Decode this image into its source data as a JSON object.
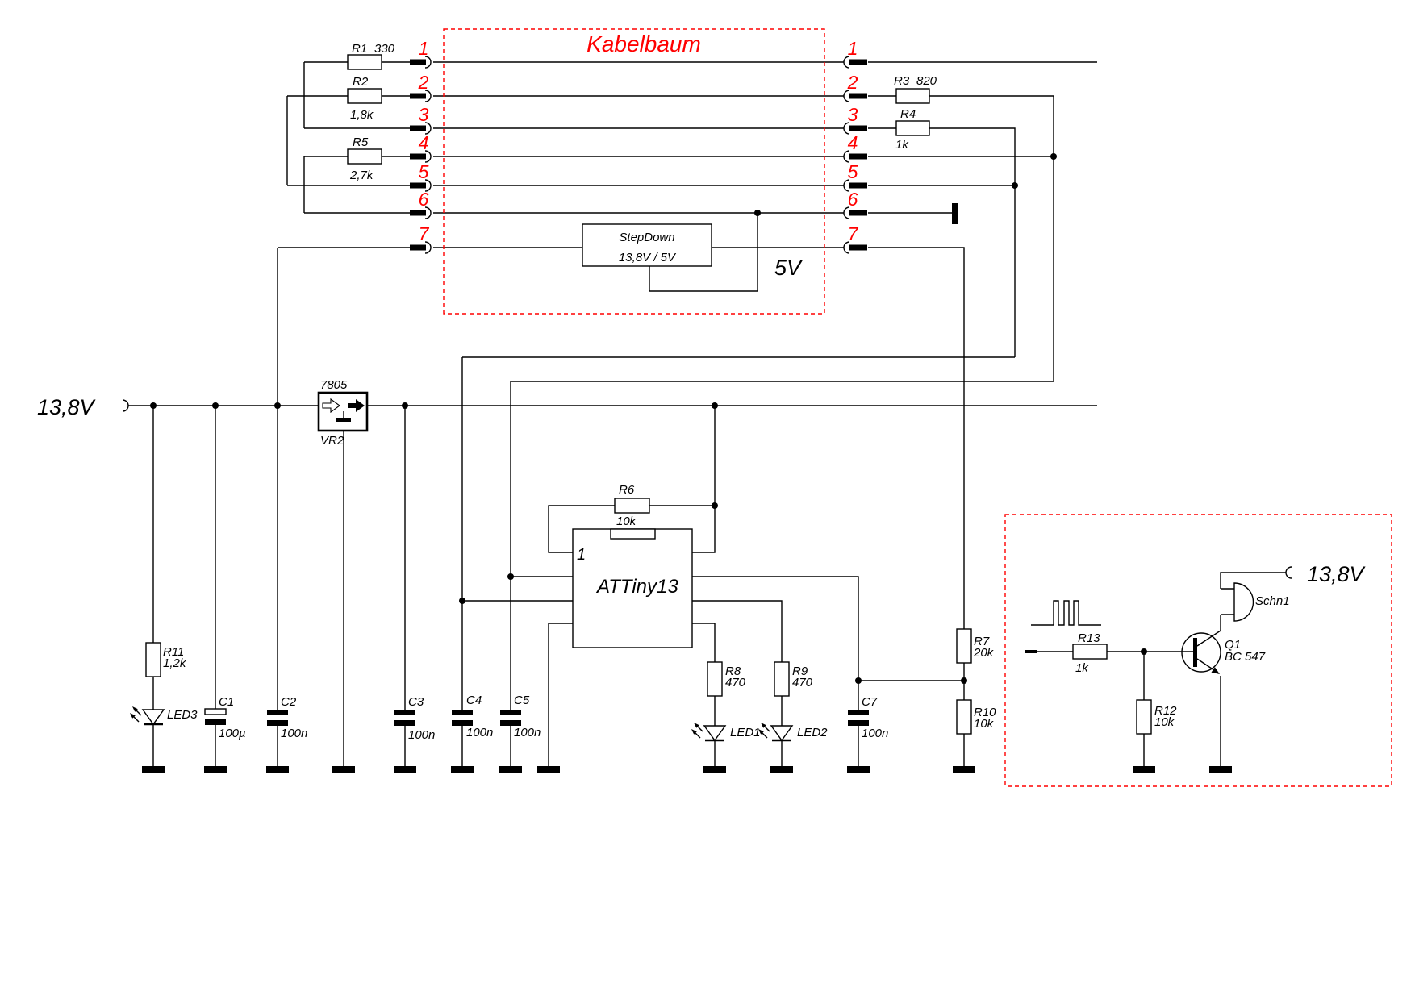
{
  "harness": {
    "title": "Kabelbaum"
  },
  "power": {
    "left_supply": "13,8V",
    "five_volt": "5V",
    "right_supply": "13,8V"
  },
  "pins": {
    "left": [
      "1",
      "2",
      "3",
      "4",
      "5",
      "6",
      "7"
    ],
    "right": [
      "1",
      "2",
      "3",
      "4",
      "5",
      "6",
      "7"
    ]
  },
  "stepdown": {
    "name": "StepDown",
    "ratio": "13,8V / 5V"
  },
  "regulator": {
    "part": "7805",
    "ref": "VR2"
  },
  "mcu": {
    "name": "ATTiny13",
    "pin_one": "1"
  },
  "components": {
    "r1": {
      "ref": "R1",
      "value": "330"
    },
    "r2": {
      "ref": "R2",
      "value": "1,8k"
    },
    "r3": {
      "ref": "R3",
      "value": "820"
    },
    "r4": {
      "ref": "R4",
      "value": "1k"
    },
    "r5": {
      "ref": "R5",
      "value": "2,7k"
    },
    "r6": {
      "ref": "R6",
      "value": "10k"
    },
    "r7": {
      "ref": "R7",
      "value": "20k"
    },
    "r8": {
      "ref": "R8",
      "value": "470"
    },
    "r9": {
      "ref": "R9",
      "value": "470"
    },
    "r10": {
      "ref": "R10",
      "value": "10k"
    },
    "r11": {
      "ref": "R11",
      "value": "1,2k"
    },
    "r12": {
      "ref": "R12",
      "value": "10k"
    },
    "r13": {
      "ref": "R13",
      "value": "1k"
    },
    "c1": {
      "ref": "C1",
      "value": "100µ"
    },
    "c2": {
      "ref": "C2",
      "value": "100n"
    },
    "c3": {
      "ref": "C3",
      "value": "100n"
    },
    "c4": {
      "ref": "C4",
      "value": "100n"
    },
    "c5": {
      "ref": "C5",
      "value": "100n"
    },
    "c7": {
      "ref": "C7",
      "value": "100n"
    },
    "led1": {
      "ref": "LED1"
    },
    "led2": {
      "ref": "LED2"
    },
    "led3": {
      "ref": "LED3"
    },
    "q1": {
      "ref": "Q1",
      "value": "BC 547"
    },
    "schn1": {
      "ref": "Schn1"
    }
  },
  "colors": {
    "wire": "#000000",
    "accent": "#ff0000",
    "background": "#ffffff"
  }
}
